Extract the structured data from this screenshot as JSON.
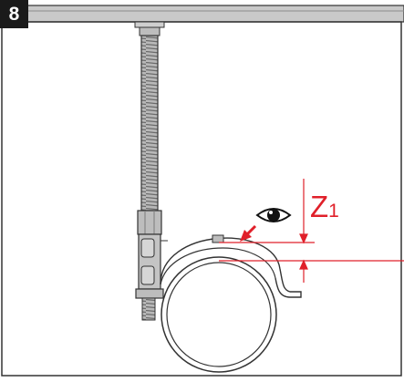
{
  "step": {
    "number": "8"
  },
  "annotation": {
    "main": "Z",
    "sub": "1"
  },
  "icons": [
    "eye-icon",
    "arrow-icon"
  ],
  "colors": {
    "ceiling": "#c9c9c9",
    "metal": "#bdbdbd",
    "metal_dark": "#8a8a8a",
    "outline": "#333333",
    "annotation": "#e0202a",
    "badge": "#1a1a1a"
  }
}
